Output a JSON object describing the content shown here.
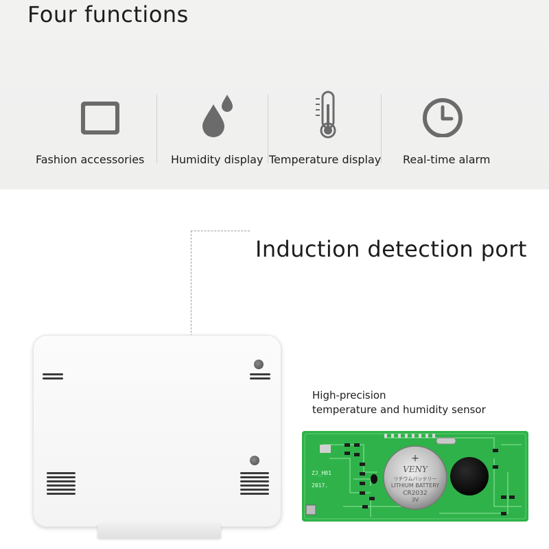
{
  "heading": "Four functions",
  "functions": [
    {
      "label": "Fashion accessories",
      "icon": "display-frame-icon"
    },
    {
      "label": "Humidity display",
      "icon": "water-drops-icon"
    },
    {
      "label": "Temperature display",
      "icon": "thermometer-icon"
    },
    {
      "label": "Real-time alarm",
      "icon": "clock-icon"
    }
  ],
  "port_title": "Induction detection port",
  "sensor": {
    "line1": "High-precision",
    "line2": "temperature and humidity sensor"
  },
  "board": {
    "battery_brand": "VENY",
    "battery_jp": "リチウムバッテリー",
    "battery_type": "LITHIUM BATTERY",
    "battery_model": "CR2032",
    "battery_voltage": "3V",
    "board_id": "ZJ_H01",
    "board_year": "2017."
  },
  "colors": {
    "band": "#f0f0ef",
    "icon_gray": "#6b6b6b",
    "pcb_green": "#2fb24a"
  }
}
